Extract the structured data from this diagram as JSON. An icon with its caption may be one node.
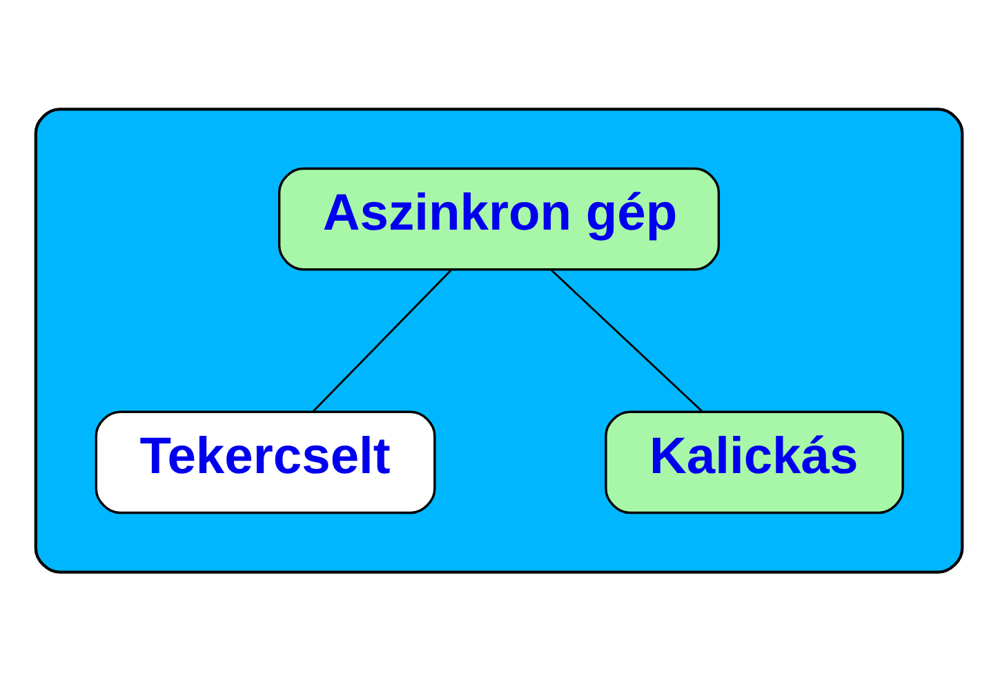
{
  "diagram": {
    "nodes": [
      {
        "text": [],
        "shape": "box"
      },
      {
        "text": [
          "Aszinkron gép"
        ],
        "in": 0
      },
      {
        "text": [
          "Tekercselt"
        ],
        "in": 0
      },
      {
        "text": [
          "Kalickás"
        ],
        "in": 0
      }
    ],
    "edges": [
      {
        "from": 1,
        "to": 2,
        "arrow": "none"
      },
      {
        "from": 1,
        "to": 3,
        "arrow": "none"
      }
    ]
  }
}
